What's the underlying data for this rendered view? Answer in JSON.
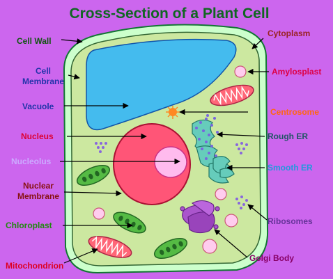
{
  "title": "Cross-Section of a Plant Cell",
  "colors": {
    "background": "#cc66ee",
    "title": "#116622",
    "cell_wall": "#ccffcc",
    "cytoplasm": "#cce8a0",
    "vacuole": "#44bbee",
    "nucleus": "#ff5577",
    "nucleolus": "#ffbbee",
    "er": "#66ccbb",
    "chloroplast": "#55bb44",
    "mitochondrion": "#ff6677",
    "golgi": "#aa55cc",
    "ribosome": "#8866dd",
    "amyloplast": "#ffccee",
    "centrosome": "#ff8822"
  },
  "labels": {
    "cell_wall": "Cell Wall",
    "cell_membrane_1": "Cell",
    "cell_membrane_2": "Membrane",
    "vacuole": "Vacuole",
    "nucleus": "Nucleus",
    "nucleolus": "Nucleolus",
    "nuclear_membrane_1": "Nuclear",
    "nuclear_membrane_2": "Membrane",
    "chloroplast": "Chloroplast",
    "mitochondrion": "Mitochondrion",
    "cytoplasm": "Cytoplasm",
    "amylosplast": "Amylosplast",
    "centrosome": "Centrosome",
    "rough_er": "Rough ER",
    "smooth_er": "Smooth ER",
    "ribosomes": "Ribosomes",
    "golgi_body": "Golgi Body"
  }
}
